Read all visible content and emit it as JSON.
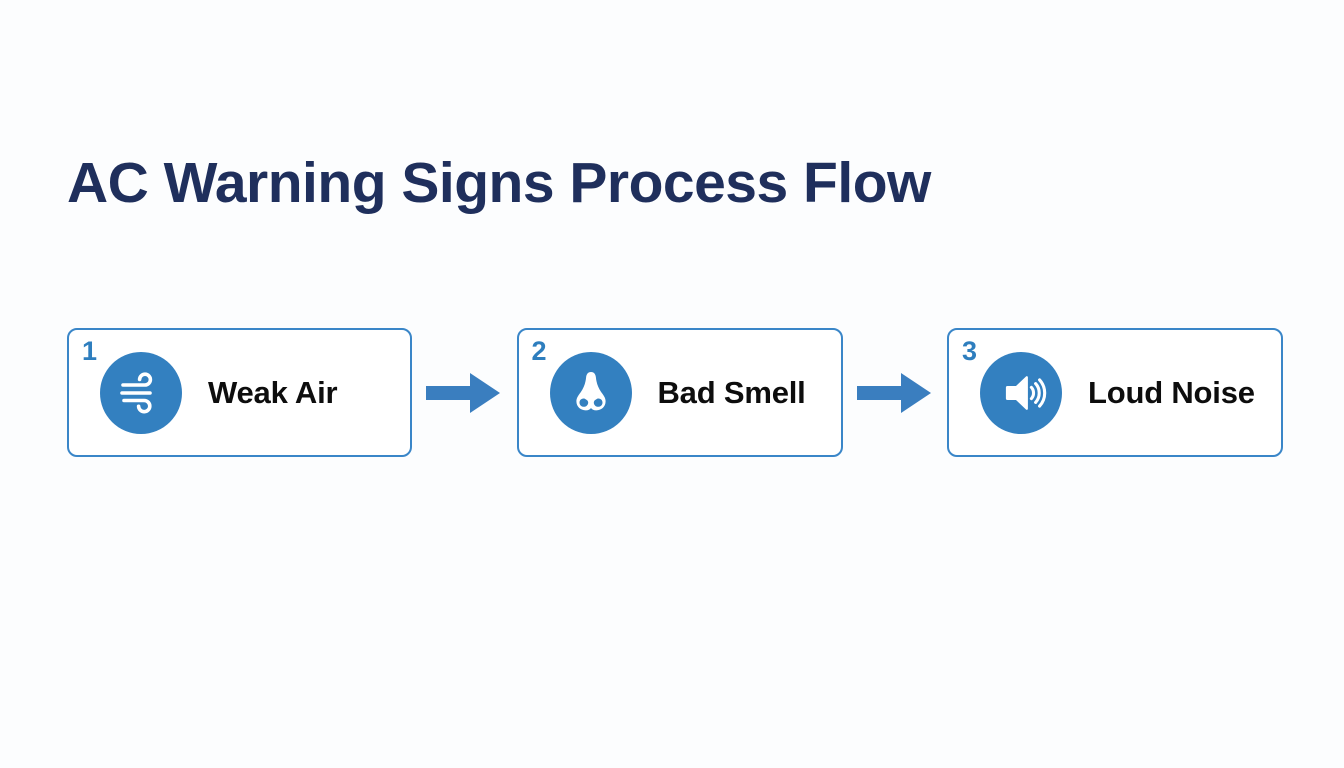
{
  "slide": {
    "title": "AC Warning Signs Process Flow",
    "background_color": "#fcfdfe",
    "title_color": "#1f2f5c"
  },
  "theme": {
    "accent_blue": "#3380c0",
    "border_blue": "#3a86c8",
    "badge_blue": "#2e7ebe",
    "arrow_blue": "#3a7ebf",
    "label_color": "#0d0d0d",
    "card_background": "#ffffff"
  },
  "flow": {
    "steps": [
      {
        "number": "1",
        "label": "Weak Air",
        "icon": "wind-icon"
      },
      {
        "number": "2",
        "label": "Bad Smell",
        "icon": "nose-icon"
      },
      {
        "number": "3",
        "label": "Loud Noise",
        "icon": "volume-loud-icon"
      }
    ],
    "connectors": [
      {
        "icon": "arrow-right-icon"
      },
      {
        "icon": "arrow-right-icon"
      }
    ]
  }
}
